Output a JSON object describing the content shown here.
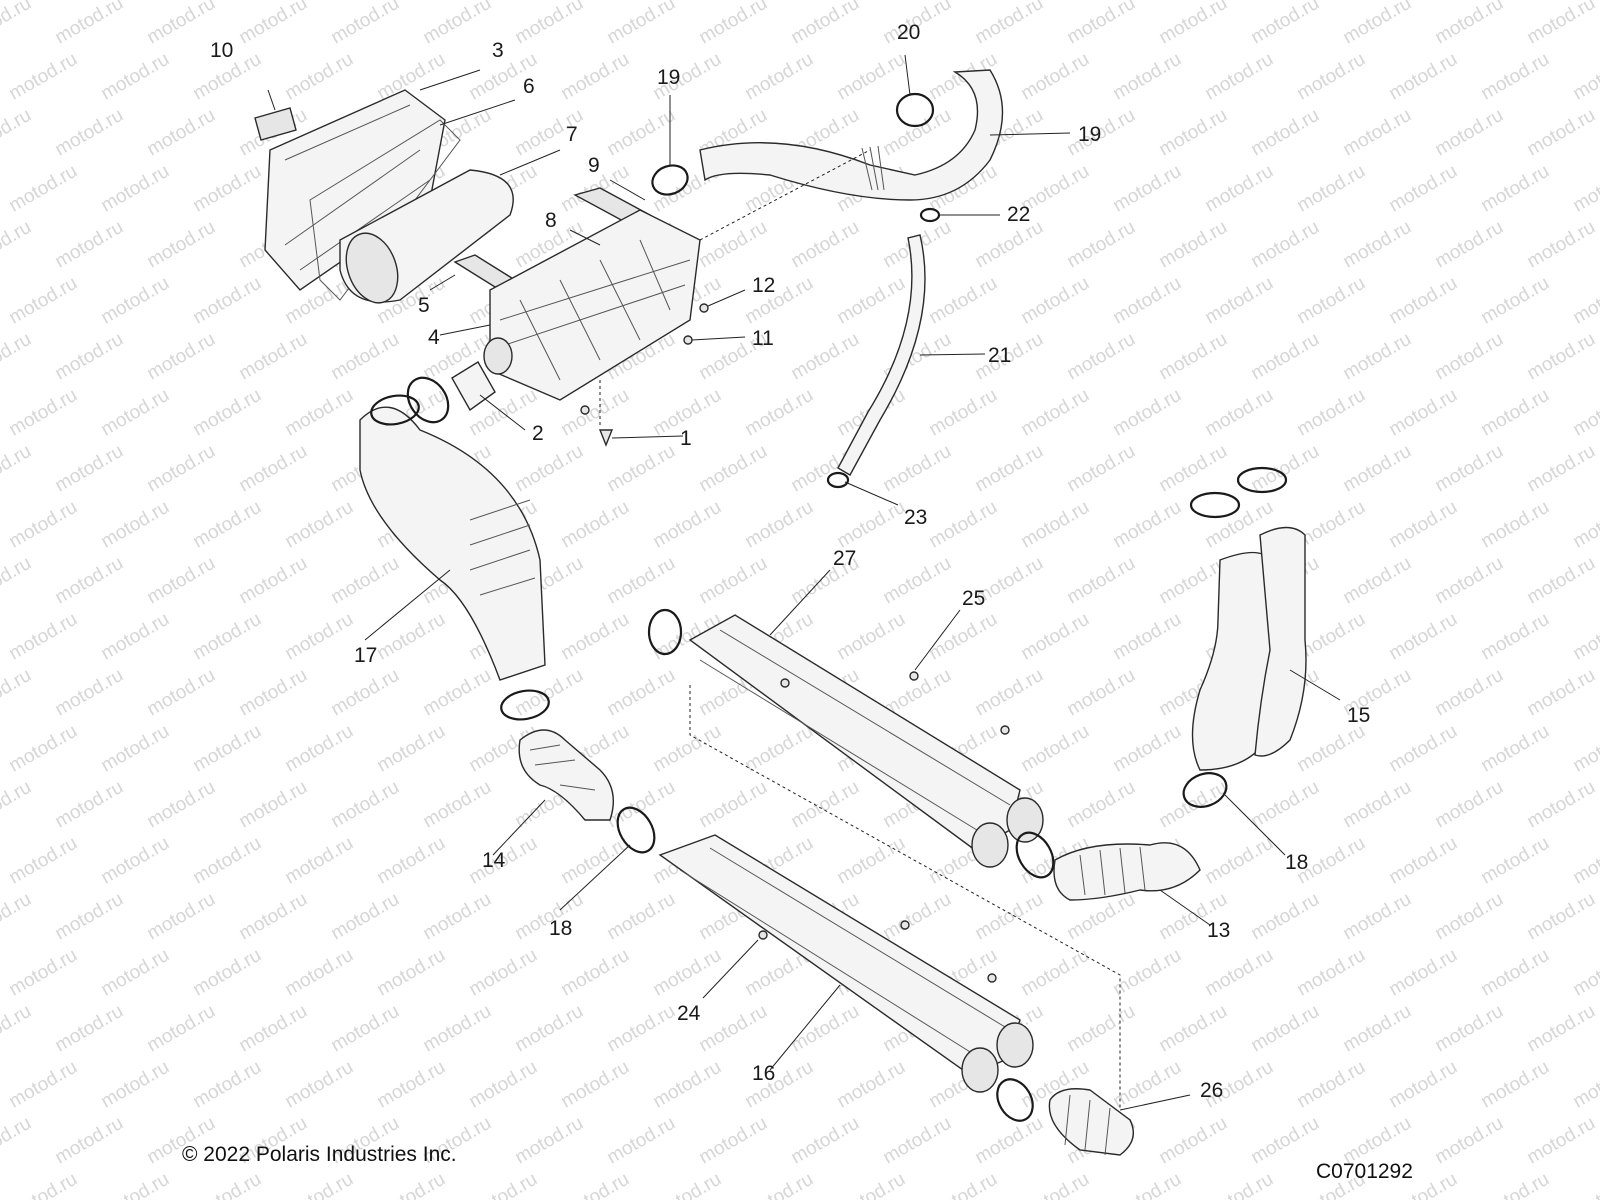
{
  "watermark": "motod.ru",
  "copyright": "© 2022 Polaris Industries Inc.",
  "diagram_code": "C0701292",
  "callouts": [
    {
      "id": "c1",
      "label": "1"
    },
    {
      "id": "c2",
      "label": "2"
    },
    {
      "id": "c3",
      "label": "3"
    },
    {
      "id": "c4",
      "label": "4"
    },
    {
      "id": "c5",
      "label": "5"
    },
    {
      "id": "c6",
      "label": "6"
    },
    {
      "id": "c7",
      "label": "7"
    },
    {
      "id": "c8",
      "label": "8"
    },
    {
      "id": "c9",
      "label": "9"
    },
    {
      "id": "c10",
      "label": "10"
    },
    {
      "id": "c11",
      "label": "11"
    },
    {
      "id": "c12",
      "label": "12"
    },
    {
      "id": "c13",
      "label": "13"
    },
    {
      "id": "c14",
      "label": "14"
    },
    {
      "id": "c15",
      "label": "15"
    },
    {
      "id": "c16",
      "label": "16"
    },
    {
      "id": "c17",
      "label": "17"
    },
    {
      "id": "c18a",
      "label": "18"
    },
    {
      "id": "c18b",
      "label": "18"
    },
    {
      "id": "c19a",
      "label": "19"
    },
    {
      "id": "c19b",
      "label": "19"
    },
    {
      "id": "c20",
      "label": "20"
    },
    {
      "id": "c21",
      "label": "21"
    },
    {
      "id": "c22",
      "label": "22"
    },
    {
      "id": "c23",
      "label": "23"
    },
    {
      "id": "c24",
      "label": "24"
    },
    {
      "id": "c25",
      "label": "25"
    },
    {
      "id": "c26",
      "label": "26"
    },
    {
      "id": "c27",
      "label": "27"
    }
  ]
}
